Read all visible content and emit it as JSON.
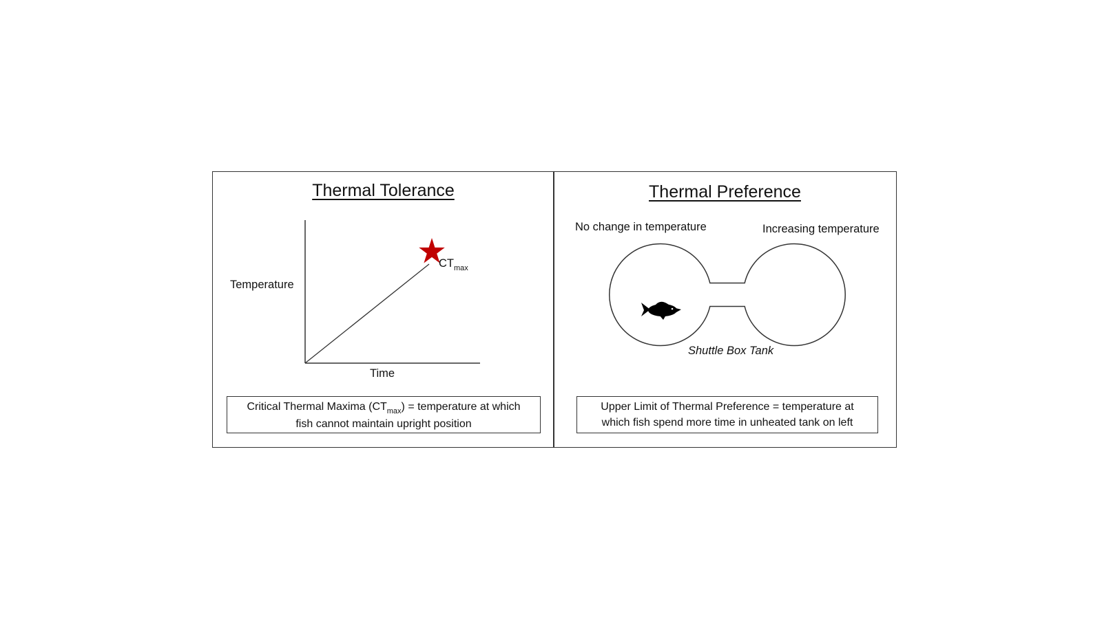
{
  "thermal_tolerance": {
    "title": "Thermal Tolerance",
    "y_axis_label": "Temperature",
    "x_axis_label": "Time",
    "endpoint_label_main": "CT",
    "endpoint_label_sub": "max",
    "star_color": "#c00000",
    "definition": {
      "line1_prefix": "Critical Thermal Maxima (CT",
      "line1_sub": "max",
      "line1_suffix": ") =  temperature at which",
      "line2": "fish cannot maintain upright position"
    }
  },
  "thermal_preference": {
    "title": "Thermal Preference",
    "left_chamber_label": "No change in temperature",
    "right_chamber_label": "Increasing temperature",
    "tank_label": "Shuttle Box Tank",
    "fish_icon": "fish-icon",
    "definition": {
      "line1": "Upper Limit of Thermal Preference = temperature at",
      "line2": "which fish spend more time in unheated tank on left"
    }
  }
}
